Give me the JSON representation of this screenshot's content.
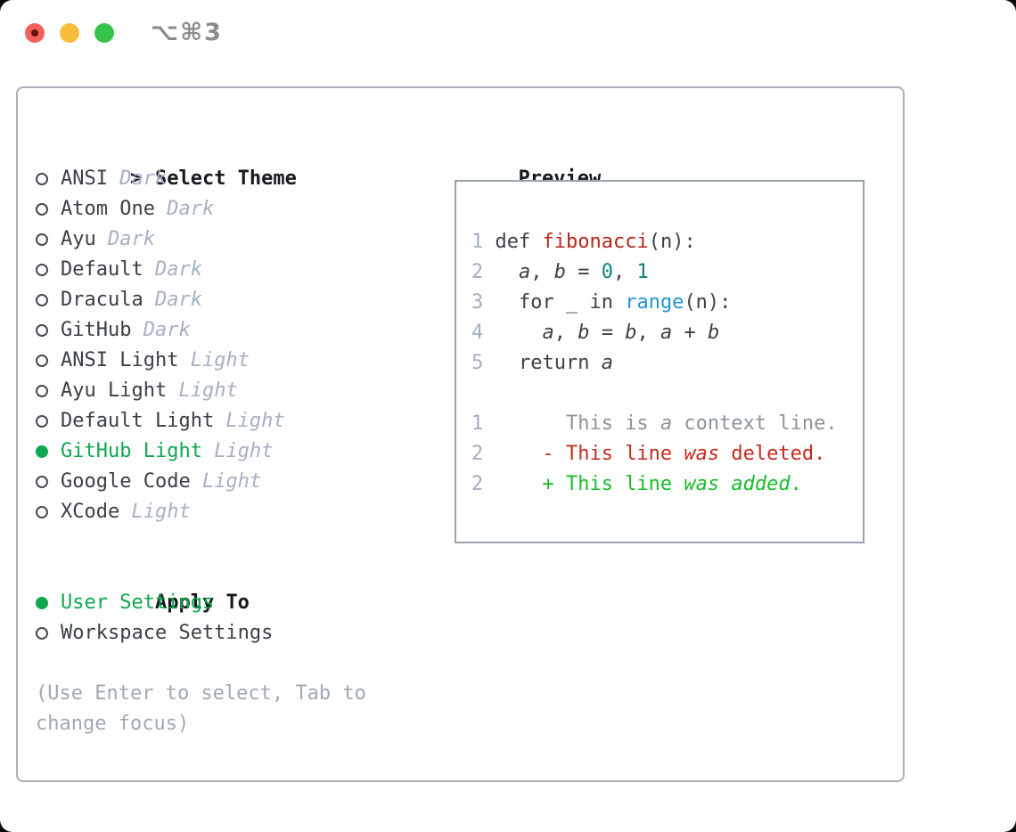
{
  "window": {
    "title": "⌥⌘3"
  },
  "colors": {
    "heading": "#16191d",
    "text": "#3a3f46",
    "variant": "#a6b0c2",
    "muted": "#9fa9b3",
    "selected_green": "#10a74f",
    "added_green": "#17bd2a",
    "deleted_red": "#c52b1d",
    "function_red": "#b3271d",
    "builtin_blue": "#2295d2",
    "number_teal": "#0d7f78",
    "line_number": "#a4aec2",
    "context_gray": "#8b939c",
    "fg": "#3c4147",
    "radio_ring": "#464b53",
    "panel_border": "#a9b0b8",
    "box_border": "#9aa2ac",
    "title_gray": "#8c8c90",
    "traffic_red": "#f4615b",
    "traffic_red_dot": "#63120d",
    "traffic_yellow": "#f9bd3e",
    "traffic_green": "#37c24a"
  },
  "theme_picker": {
    "header": {
      "prompt": ">",
      "label": "Select Theme"
    },
    "themes": [
      {
        "name": "ANSI",
        "variant": "Dark",
        "selected": false
      },
      {
        "name": "Atom One",
        "variant": "Dark",
        "selected": false
      },
      {
        "name": "Ayu",
        "variant": "Dark",
        "selected": false
      },
      {
        "name": "Default",
        "variant": "Dark",
        "selected": false
      },
      {
        "name": "Dracula",
        "variant": "Dark",
        "selected": false
      },
      {
        "name": "GitHub",
        "variant": "Dark",
        "selected": false
      },
      {
        "name": "ANSI Light",
        "variant": "Light",
        "selected": false
      },
      {
        "name": "Ayu Light",
        "variant": "Light",
        "selected": false
      },
      {
        "name": "Default Light",
        "variant": "Light",
        "selected": false
      },
      {
        "name": "GitHub Light",
        "variant": "Light",
        "selected": true
      },
      {
        "name": "Google Code",
        "variant": "Light",
        "selected": false
      },
      {
        "name": "XCode",
        "variant": "Light",
        "selected": false
      }
    ],
    "apply_to": {
      "label": "Apply To",
      "options": [
        {
          "label": "User Settings",
          "selected": true
        },
        {
          "label": "Workspace Settings",
          "selected": false
        }
      ]
    },
    "footer_lines": [
      "(Use Enter to select, Tab to",
      "change focus)"
    ]
  },
  "preview": {
    "label": "Preview",
    "lines": [
      {
        "name": "code-line-1",
        "num": "1",
        "segments": [
          [
            " def ",
            "fg",
            0
          ],
          [
            "fibonacci",
            "function_red",
            0
          ],
          [
            "(n):",
            "fg",
            0
          ]
        ]
      },
      {
        "name": "code-line-2",
        "num": "2",
        "segments": [
          [
            "   ",
            "fg",
            0
          ],
          [
            "a",
            "fg",
            1
          ],
          [
            ", ",
            "fg",
            0
          ],
          [
            "b",
            "fg",
            1
          ],
          [
            " = ",
            "fg",
            0
          ],
          [
            "0",
            "number_teal",
            0
          ],
          [
            ", ",
            "fg",
            0
          ],
          [
            "1",
            "number_teal",
            0
          ]
        ]
      },
      {
        "name": "code-line-3",
        "num": "3",
        "segments": [
          [
            "   for _ in ",
            "fg",
            0
          ],
          [
            "range",
            "builtin_blue",
            0
          ],
          [
            "(n):",
            "fg",
            0
          ]
        ]
      },
      {
        "name": "code-line-4",
        "num": "4",
        "segments": [
          [
            "     ",
            "fg",
            0
          ],
          [
            "a",
            "fg",
            1
          ],
          [
            ", ",
            "fg",
            0
          ],
          [
            "b",
            "fg",
            1
          ],
          [
            " = ",
            "fg",
            0
          ],
          [
            "b",
            "fg",
            1
          ],
          [
            ", ",
            "fg",
            0
          ],
          [
            "a",
            "fg",
            1
          ],
          [
            " + ",
            "fg",
            0
          ],
          [
            "b",
            "fg",
            1
          ]
        ]
      },
      {
        "name": "code-line-5",
        "num": "5",
        "segments": [
          [
            "   return ",
            "fg",
            0
          ],
          [
            "a",
            "fg",
            1
          ]
        ]
      },
      {
        "name": "blank-line",
        "num": "",
        "segments": []
      },
      {
        "name": "diff-context-line",
        "num": "1",
        "segments": [
          [
            "       This is ",
            "context_gray",
            0
          ],
          [
            "a",
            "context_gray",
            1
          ],
          [
            " context line.",
            "context_gray",
            0
          ]
        ]
      },
      {
        "name": "diff-deleted-line",
        "num": "2",
        "segments": [
          [
            "     - This line ",
            "deleted_red",
            0
          ],
          [
            "was",
            "deleted_red",
            1
          ],
          [
            " deleted.",
            "deleted_red",
            0
          ]
        ]
      },
      {
        "name": "diff-added-line",
        "num": "2",
        "segments": [
          [
            "     + This line ",
            "added_green",
            0
          ],
          [
            "was",
            "added_green",
            1
          ],
          [
            " ",
            "added_green",
            0
          ],
          [
            "added",
            "added_green",
            1
          ],
          [
            ".",
            "added_green",
            0
          ]
        ]
      }
    ]
  }
}
